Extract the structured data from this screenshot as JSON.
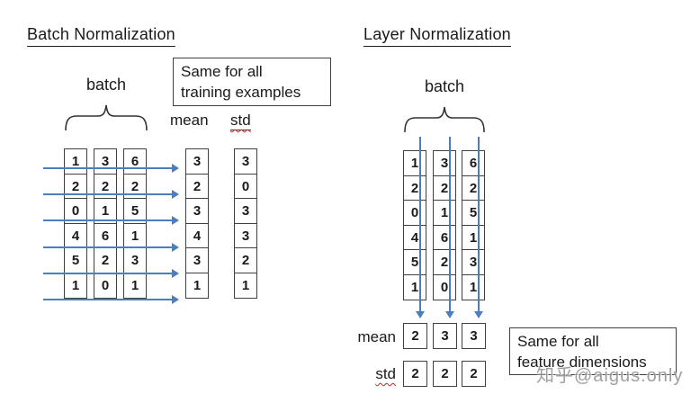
{
  "colors": {
    "arrow": "#4a7ebc",
    "border": "#404040",
    "squiggle": "#cc2222"
  },
  "left": {
    "title": "Batch Normalization",
    "batch_label": "batch",
    "note_line1": "Same for all",
    "note_line2": "training examples",
    "mean_label": "mean",
    "std_label": "std",
    "matrix": [
      [
        1,
        3,
        6
      ],
      [
        2,
        2,
        2
      ],
      [
        0,
        1,
        5
      ],
      [
        4,
        6,
        1
      ],
      [
        5,
        2,
        3
      ],
      [
        1,
        0,
        1
      ]
    ],
    "mean": [
      3,
      2,
      3,
      4,
      3,
      1
    ],
    "std": [
      3,
      0,
      3,
      3,
      2,
      1
    ]
  },
  "right": {
    "title": "Layer Normalization",
    "batch_label": "batch",
    "note_line1": "Same for all",
    "note_line2": "feature dimensions",
    "mean_label": "mean",
    "std_label": "std",
    "matrix": [
      [
        1,
        3,
        6
      ],
      [
        2,
        2,
        2
      ],
      [
        0,
        1,
        5
      ],
      [
        4,
        6,
        1
      ],
      [
        5,
        2,
        3
      ],
      [
        1,
        0,
        1
      ]
    ],
    "mean": [
      2,
      3,
      3
    ],
    "std": [
      2,
      2,
      2
    ]
  },
  "watermark": "知乎@aigus.only"
}
